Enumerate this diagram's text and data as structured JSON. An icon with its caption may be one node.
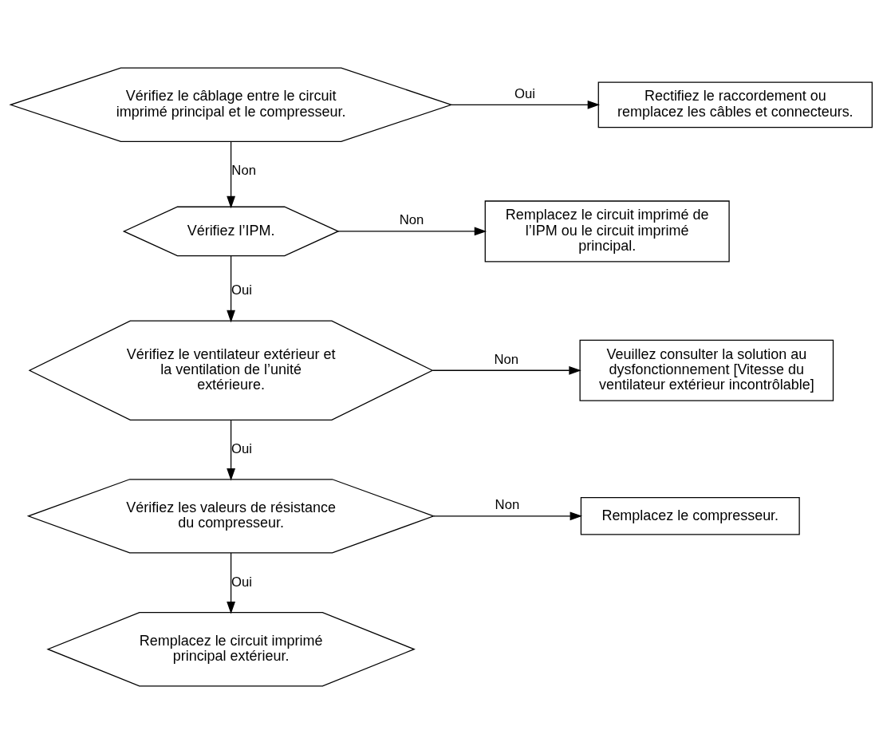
{
  "diagram": {
    "nodes": [
      {
        "text": [
          "Vérifiez le câblage entre le circuit imprimé principal et le compresseur."
        ]
      },
      {
        "text": [
          "Rectifiez le raccordement ou remplacez les câbles et connecteurs."
        ]
      },
      {
        "text": [
          "Vérifiez l’IPM."
        ]
      },
      {
        "text": [
          "Remplacez le circuit imprimé de l’IPM ou le circuit imprimé principal."
        ]
      },
      {
        "text": [
          "Vérifiez le ventilateur extérieur et la ventilation de l’unité extérieure."
        ]
      },
      {
        "text": [
          "Veuillez consulter la solution au dysfonctionnement [Vitesse du ventilateur extérieur incontrôlable]"
        ]
      },
      {
        "text": [
          "Vérifiez les valeurs de résistance du compresseur."
        ]
      },
      {
        "text": [
          "Remplacez le compresseur."
        ]
      },
      {
        "text": [
          "Remplacez le circuit imprimé principal extérieur."
        ]
      }
    ],
    "edges": [
      {
        "from": 0,
        "to": 1,
        "arrow": "to",
        "label": "Oui"
      },
      {
        "from": 0,
        "to": 2,
        "arrow": "to",
        "label": "Non"
      },
      {
        "from": 2,
        "to": 3,
        "arrow": "to",
        "label": "Non"
      },
      {
        "from": 2,
        "to": 4,
        "arrow": "to",
        "label": "Oui"
      },
      {
        "from": 4,
        "to": 5,
        "arrow": "to",
        "label": "Non"
      },
      {
        "from": 4,
        "to": 6,
        "arrow": "to",
        "label": "Oui"
      },
      {
        "from": 6,
        "to": 7,
        "arrow": "to",
        "label": "Non"
      },
      {
        "from": 6,
        "to": 8,
        "arrow": "to",
        "label": "Oui"
      }
    ]
  }
}
